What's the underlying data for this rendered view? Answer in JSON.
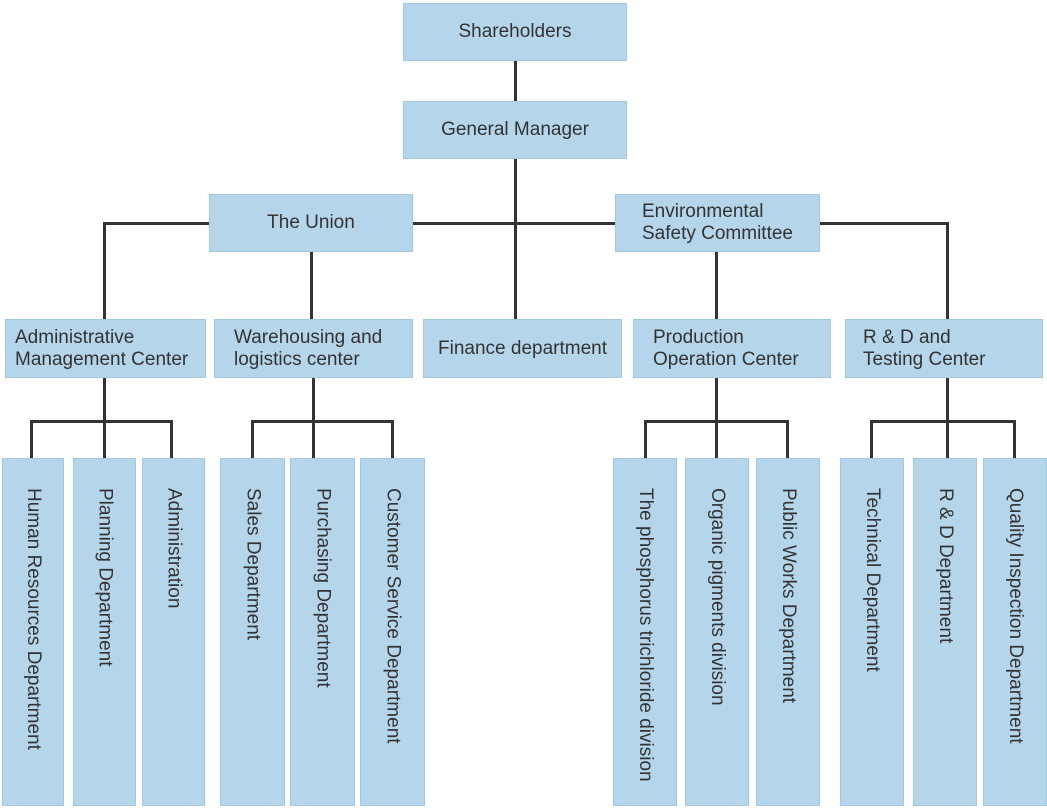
{
  "palette": {
    "box_fill": "#b5d5eb",
    "box_border": "#a3c9e2",
    "line_color": "#333333",
    "text_color": "#333333",
    "background": "#ffffff"
  },
  "org_chart": {
    "shareholders": "Shareholders",
    "general_manager": "General Manager",
    "committees": {
      "union": "The Union",
      "environmental_safety": "Environmental\nSafety Committee"
    },
    "centers": {
      "administrative": "Administrative\nManagement Center",
      "warehousing": "Warehousing and\nlogistics center",
      "finance": "Finance department",
      "production": "Production\nOperation Center",
      "rnd_testing": "R & D and\nTesting Center"
    },
    "departments": {
      "administrative": [
        "Human Resources Department",
        "Planning Department",
        "Administration"
      ],
      "warehousing": [
        "Sales Department",
        "Purchasing Department",
        "Customer Service Department"
      ],
      "production": [
        "The phosphorus trichloride division",
        "Organic pigments division",
        "Public Works Department"
      ],
      "rnd_testing": [
        "Technical Department",
        "R & D Department",
        "Quality Inspection Department"
      ]
    }
  }
}
